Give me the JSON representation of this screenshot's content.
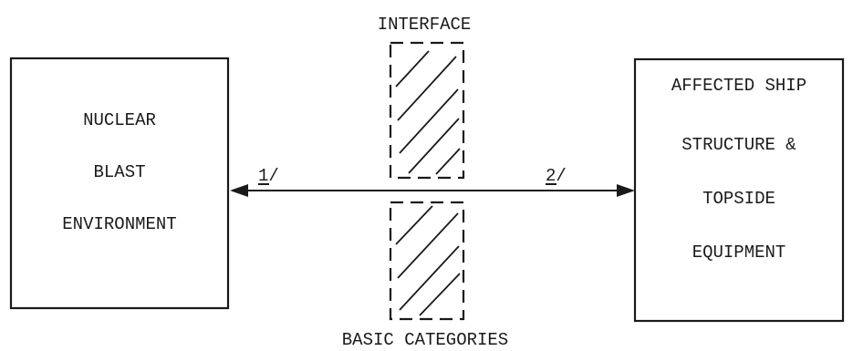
{
  "interface": {
    "top_label": "INTERFACE",
    "bottom_label": "BASIC CATEGORIES"
  },
  "left_box": {
    "lines": [
      "NUCLEAR",
      "BLAST",
      "ENVIRONMENT"
    ]
  },
  "right_box": {
    "lines": [
      "AFFECTED SHIP",
      "STRUCTURE &",
      "TOPSIDE",
      "EQUIPMENT"
    ]
  },
  "arrow_labels": {
    "left": "1/",
    "right": "2/"
  }
}
